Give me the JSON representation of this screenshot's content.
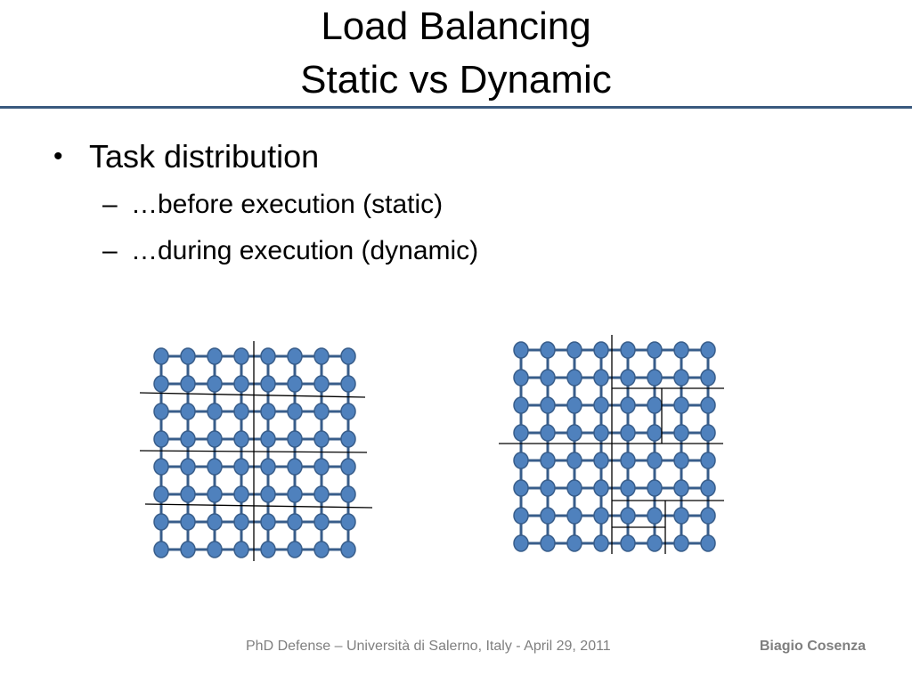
{
  "slide": {
    "title_line1": "Load Balancing",
    "title_line2": "Static vs Dynamic"
  },
  "bullets": {
    "main": "Task distribution",
    "sub": [
      "…before execution (static)",
      "…during execution (dynamic)"
    ]
  },
  "grids": {
    "rows": 8,
    "cols": 8,
    "node_fill": "#4f81bd",
    "node_stroke": "#385d8a",
    "edge_color": "#385d8a",
    "partition_color": "#000000"
  },
  "footer": {
    "center": "PhD Defense – Università di Salerno, Italy - April 29, 2011",
    "author": "Biagio Cosenza"
  }
}
